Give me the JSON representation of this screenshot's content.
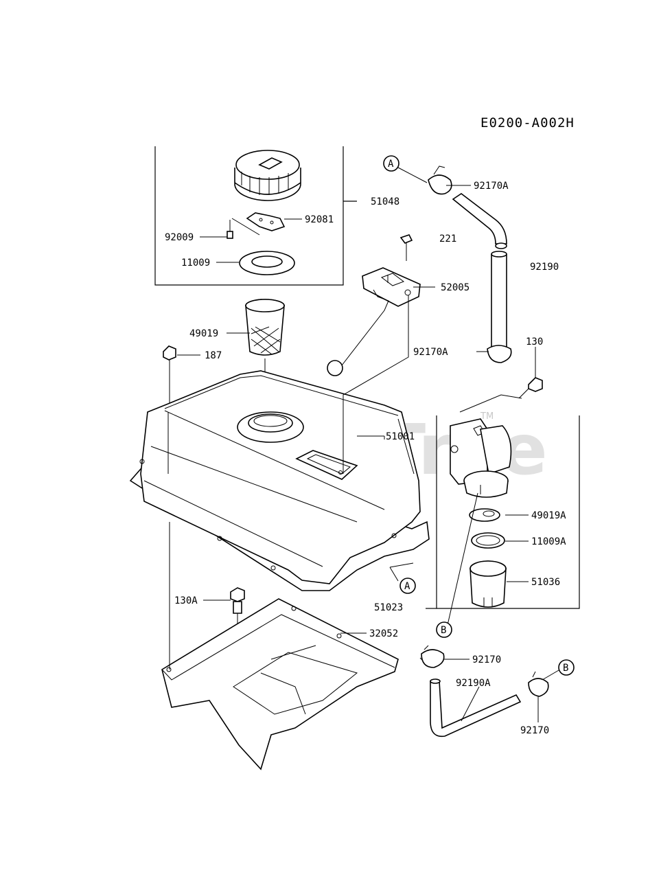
{
  "diagram_code": "E0200-A002H",
  "watermark": {
    "text": "PartsTree",
    "tm": "TM"
  },
  "callouts": {
    "a1": "A",
    "a2": "A",
    "b1": "B",
    "b2": "B"
  },
  "labels": {
    "p51048": "51048",
    "p92081": "92081",
    "p92009": "92009",
    "p11009": "11009",
    "p92170A_top": "92170A",
    "p221": "221",
    "p92190": "92190",
    "p52005": "52005",
    "p49019": "49019",
    "p187": "187",
    "p92170A_mid": "92170A",
    "p130": "130",
    "p51001": "51001",
    "p49019A": "49019A",
    "p11009A": "11009A",
    "p51036": "51036",
    "p51023": "51023",
    "p130A": "130A",
    "p32052": "32052",
    "p92170_a": "92170",
    "p92190A": "92190A",
    "p92170_b": "92170"
  }
}
